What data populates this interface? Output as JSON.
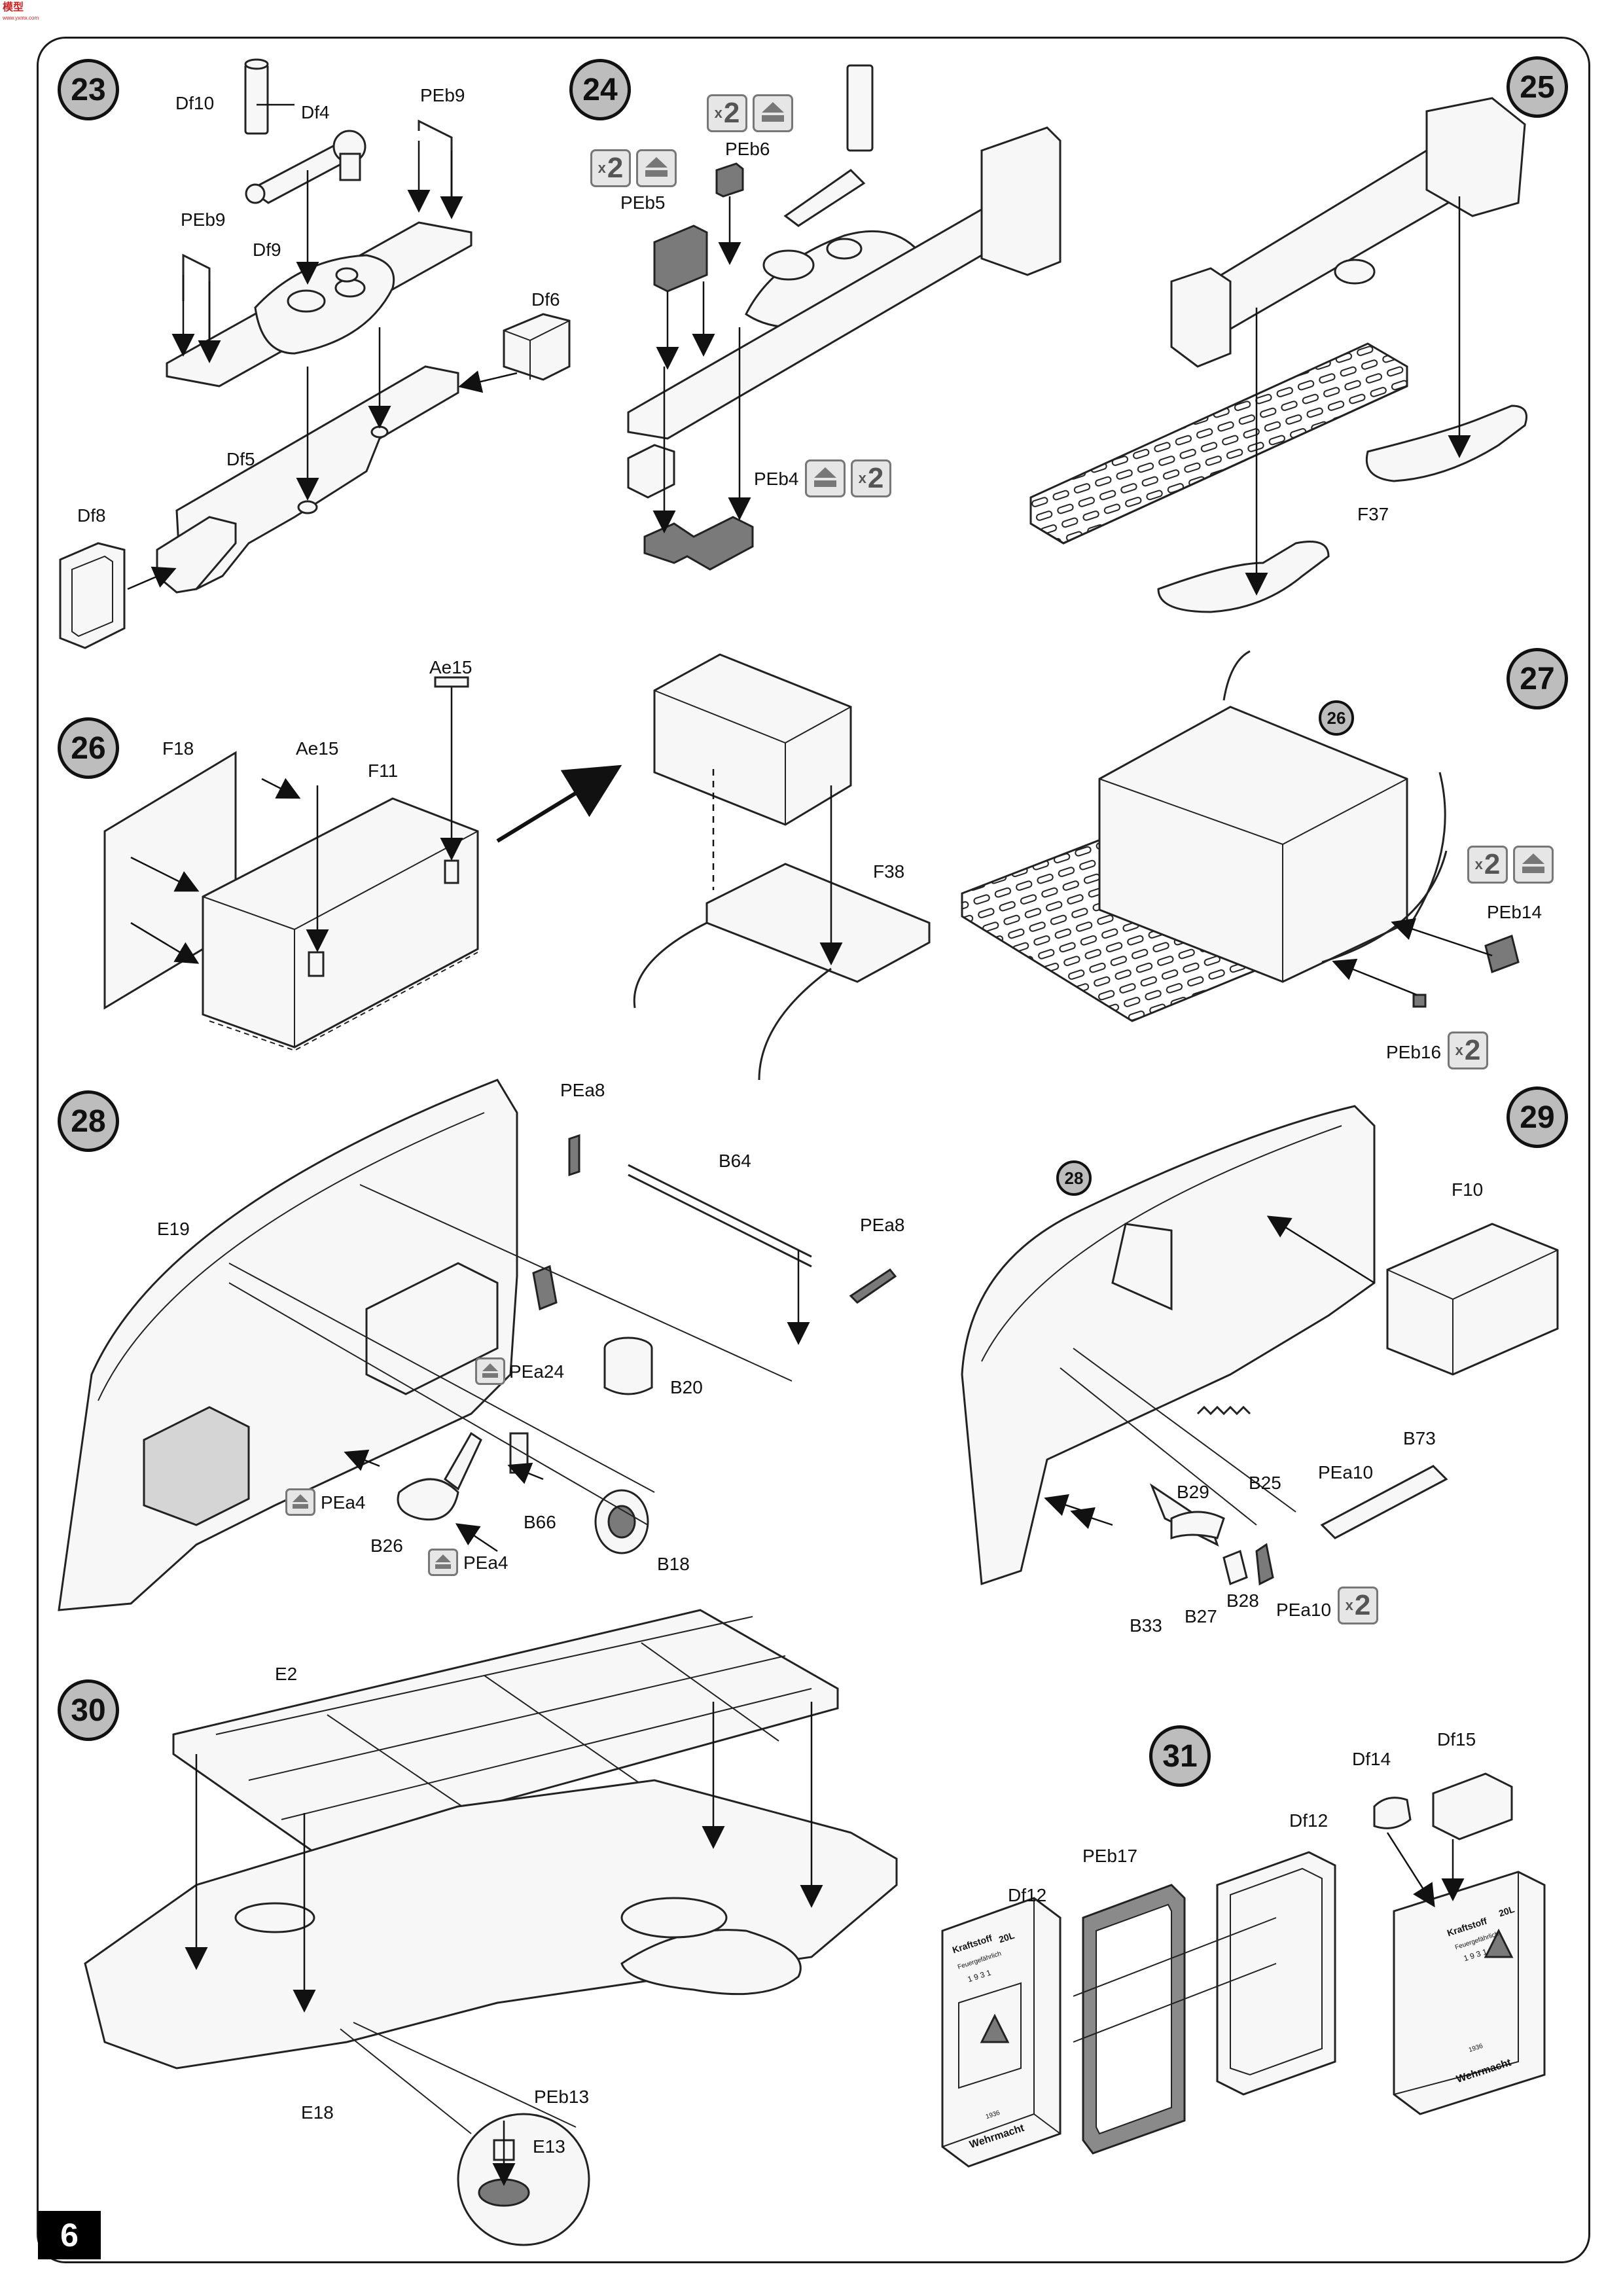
{
  "page": {
    "number": "6"
  },
  "logo": {
    "text": "模型",
    "subtext": "www.yxmx.com"
  },
  "steps": [
    {
      "number": "23",
      "parts": [
        "Df10",
        "Df4",
        "PEb9",
        "PEb9",
        "Df9",
        "Df6",
        "Df5",
        "Df8"
      ]
    },
    {
      "number": "24",
      "parts": [
        "PEb6",
        "PEb5",
        "PEb4"
      ],
      "qty": [
        "x2",
        "x2",
        "x2"
      ]
    },
    {
      "number": "25",
      "parts": [
        "F37"
      ]
    },
    {
      "number": "26",
      "parts": [
        "Ae15",
        "F18",
        "Ae15",
        "F11",
        "F38"
      ]
    },
    {
      "number": "27",
      "ref": "26",
      "parts": [
        "PEb14",
        "PEb16"
      ],
      "qty": [
        "x2",
        "x2"
      ]
    },
    {
      "number": "28",
      "parts": [
        "PEa8",
        "B64",
        "PEa8",
        "E19",
        "PEa24",
        "B20",
        "PEa4",
        "B26",
        "PEa4",
        "B66",
        "B18"
      ]
    },
    {
      "number": "29",
      "ref": "28",
      "parts": [
        "F10",
        "B25",
        "B73",
        "PEa10",
        "B29",
        "B33",
        "B27",
        "B28",
        "PEa10"
      ],
      "qty": [
        "x2"
      ]
    },
    {
      "number": "30",
      "parts": [
        "E2",
        "E18",
        "PEb13",
        "E13"
      ]
    },
    {
      "number": "31",
      "parts": [
        "Df14",
        "Df15",
        "Df12",
        "PEb17",
        "Df12"
      ]
    }
  ],
  "jerrycan": {
    "line1": "Kraftstoff",
    "line2": "20L",
    "line3": "Feuergefährlich",
    "year": "1 9 3 1",
    "num": "1936",
    "brand": "Wehrmacht"
  },
  "icons": [
    "photo-etch-icon",
    "quantity-x2-icon",
    "step-number-badge"
  ]
}
